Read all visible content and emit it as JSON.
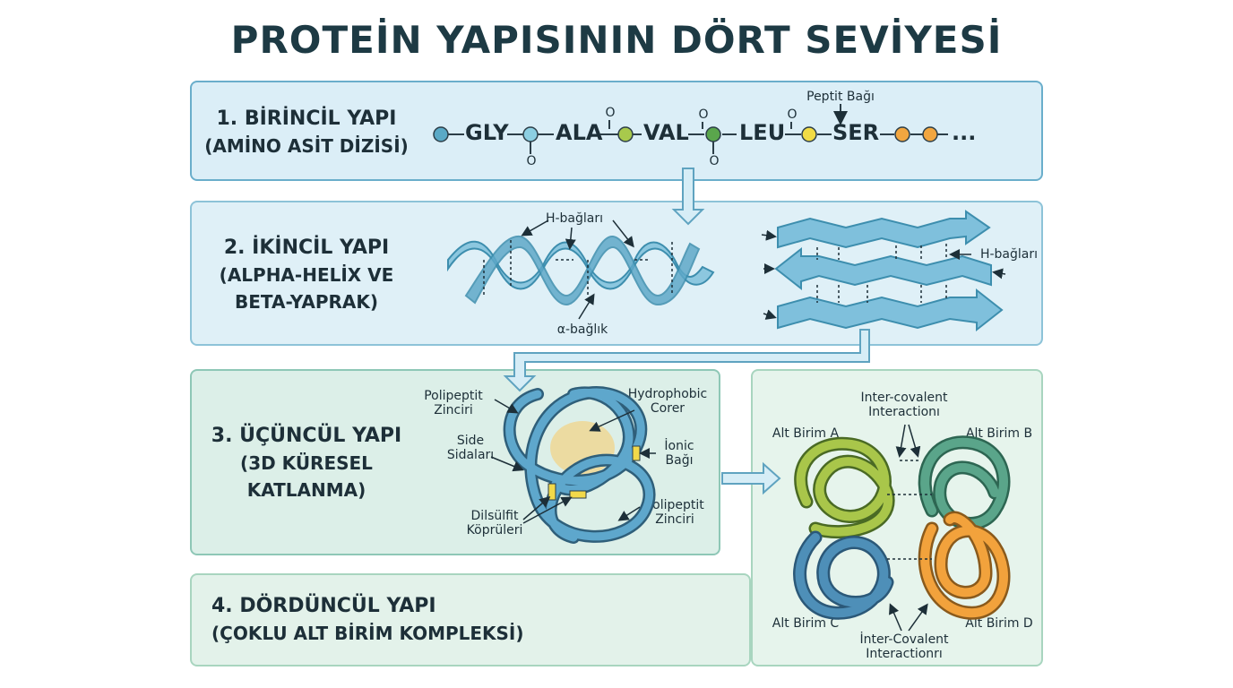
{
  "title": "PROTEİN YAPISININ DÖRT SEVİYESİ",
  "primary": {
    "heading": "1. BİRİNCİL YAPI",
    "subheading": "(AMİNO ASİT DİZİSİ)",
    "amino_acids": [
      "GLY",
      "ALA",
      "VAL",
      "LEU",
      "SER"
    ],
    "ellipsis": "...",
    "peptide_bond_label": "Peptit Bağı",
    "o_symbol": "O",
    "colors": {
      "teal": "#5aa9c6",
      "lightblue": "#8ccfe2",
      "olive": "#a8c94c",
      "green": "#5aa64c",
      "yellow": "#f2dc45",
      "orange": "#f2a640"
    }
  },
  "secondary": {
    "heading": "2. İKİNCİL YAPI",
    "subheading_line1": "(ALPHA-HELİX VE",
    "subheading_line2": "BETA-YAPRAK)",
    "helix_hbond_label": "H-bağları",
    "helix_bond_label": "α-bağlık",
    "sheet_hbond_label": "H-bağları"
  },
  "tertiary": {
    "heading": "3. ÜÇÜNCÜL YAPI",
    "subheading_line1": "(3D KÜRESEL",
    "subheading_line2": "KATLANMA)",
    "labels": {
      "polypeptide_top": "Polipeptit\nZinciri",
      "hydrophobic": "Hydrophobic\nCorer",
      "side": "Side\nSidaları",
      "ionic": "İonic\nBağı",
      "disulfide": "Dilsülfit\nKöprüleri",
      "polypeptide_bottom": "Polipeptit\nZinciri"
    }
  },
  "quaternary": {
    "heading": "4. DÖRDÜNCÜL YAPI",
    "subheading": "(ÇOKLU ALT BİRİM KOMPLEKSİ)",
    "subunits": [
      "Alt Birim A",
      "Alt Birim B",
      "Alt Birim C",
      "Alt Birim D"
    ],
    "top_interaction": "Inter-covalent\nInteractionı",
    "bottom_interaction": "İnter-Covalent\nInteractionrı",
    "colors": {
      "a": "#a9c64a",
      "b": "#5aa58a",
      "c": "#4e8fb8",
      "d": "#f2a23c"
    }
  }
}
